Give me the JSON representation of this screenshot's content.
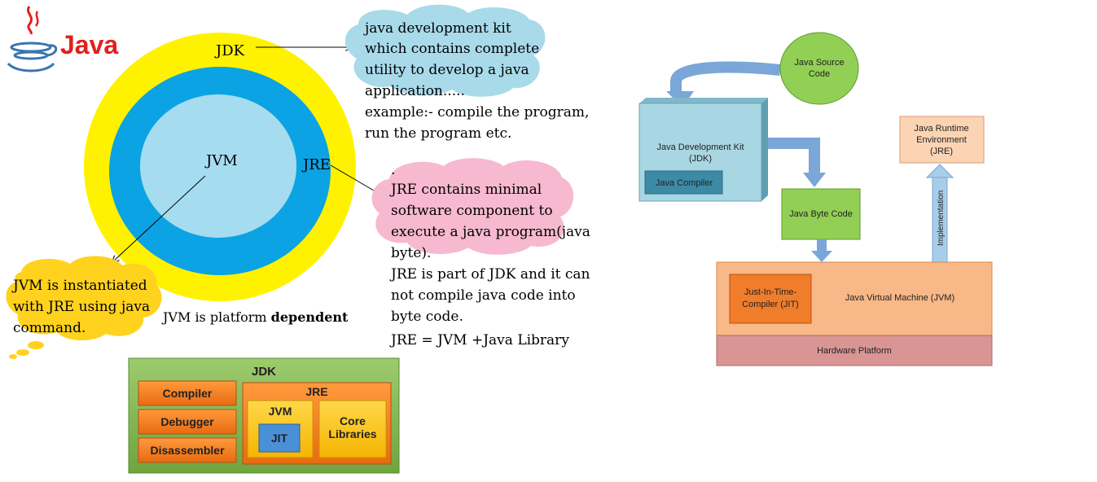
{
  "logo": {
    "text": "Java"
  },
  "circles": {
    "jdk_label": "JDK",
    "jre_label": "JRE",
    "jvm_label": "JVM",
    "caption_prefix": "JVM is platform ",
    "caption_bold": "dependent"
  },
  "jdk_note": {
    "lines": [
      "java development kit",
      "which contains complete",
      "utility to develop a java",
      "application.....",
      "example:- compile the program,",
      "run the program etc."
    ]
  },
  "jre_note": {
    "dot": ".",
    "lines": [
      "JRE contains minimal",
      "software component to",
      "execute a java program(java",
      "byte).",
      "JRE is part of JDK and it can",
      "not compile java code into",
      "byte code."
    ],
    "formula": "JRE = JVM +Java Library"
  },
  "jvm_note": {
    "lines": [
      "JVM is instantiated",
      "with JRE using java",
      "command."
    ]
  },
  "stack": {
    "jdk": "JDK",
    "compiler": "Compiler",
    "debugger": "Debugger",
    "disassembler": "Disassembler",
    "jre": "JRE",
    "jvm": "JVM",
    "jit": "JIT",
    "core1": "Core",
    "core2": "Libraries"
  },
  "flow": {
    "source1": "Java Source",
    "source2": "Code",
    "jdk1": "Java Development Kit",
    "jdk2": "(JDK)",
    "compiler": "Java Compiler",
    "bytecode": "Java Byte Code",
    "jre1": "Java Runtime",
    "jre2": "Environment",
    "jre3": "(JRE)",
    "implementation": "Implementation",
    "jit1": "Just-In-Time-",
    "jit2": "Compiler (JIT)",
    "jvm": "Java Virtual Machine (JVM)",
    "hardware": "Hardware Platform"
  },
  "colors": {
    "yellow": "#fff200",
    "blue": "#0ba3e3",
    "light_blue": "#a6dcef",
    "cloud_blue": "#a8daea",
    "cloud_pink": "#f7b9cf",
    "cloud_yellow": "#ffd21e",
    "java_red": "#e3201b",
    "java_blue": "#3a75b0"
  }
}
